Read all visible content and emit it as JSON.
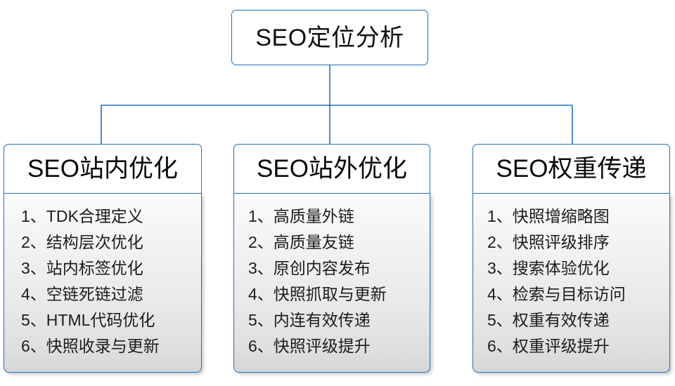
{
  "diagram": {
    "root": {
      "title": "SEO定位分析"
    },
    "accent_color": "#1f6fc0",
    "branches": [
      {
        "title": "SEO站内优化",
        "items": [
          "1、TDK合理定义",
          "2、结构层次优化",
          "3、站内标签优化",
          "4、空链死链过滤",
          "5、HTML代码优化",
          "6、快照收录与更新"
        ]
      },
      {
        "title": "SEO站外优化",
        "items": [
          "1、高质量外链",
          "2、高质量友链",
          "3、原创内容发布",
          "4、快照抓取与更新",
          "5、内连有效传递",
          "6、快照评级提升"
        ]
      },
      {
        "title": "SEO权重传递",
        "items": [
          "1、快照增缩略图",
          "2、快照评级排序",
          "3、搜索体验优化",
          "4、检索与目标访问",
          "5、权重有效传递",
          "6、权重评级提升"
        ]
      }
    ]
  }
}
